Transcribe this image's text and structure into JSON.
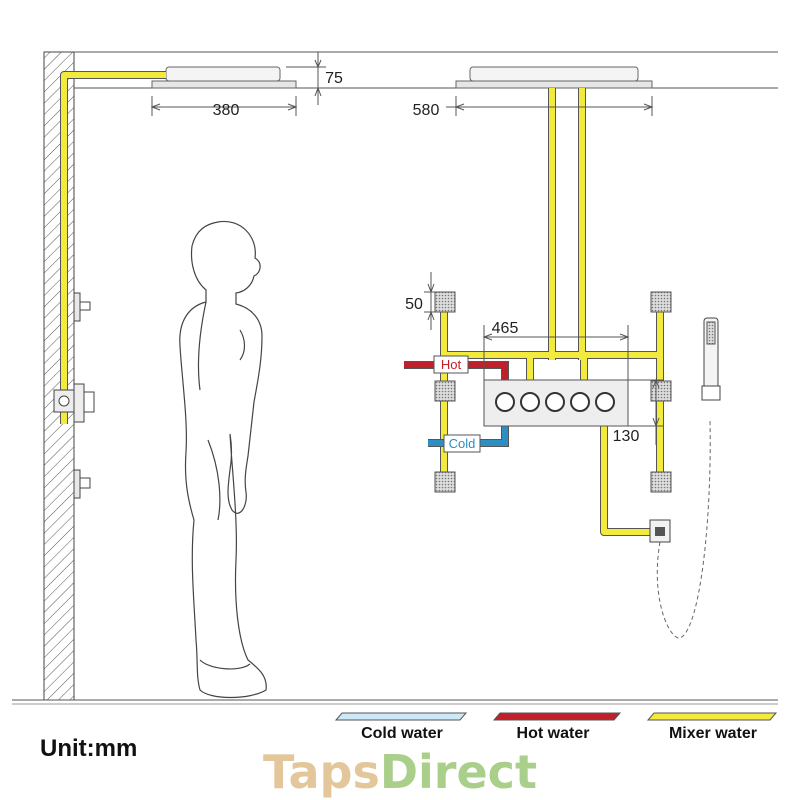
{
  "dimensions": {
    "rain_small_width": "380",
    "ceiling_gap": "75",
    "rain_large_width": "580",
    "jet_spacing": "50",
    "jet_offset": "465",
    "mixer_height": "130"
  },
  "pipe_labels": {
    "hot": "Hot",
    "cold": "Cold"
  },
  "legend": {
    "cold": "Cold water",
    "hot": "Hot water",
    "mixer": "Mixer water"
  },
  "unit": "Unit:mm",
  "brand": {
    "part1": "Taps",
    "part2": "Direct"
  },
  "colors": {
    "mixer_water": "#f2ea3c",
    "hot_water": "#c0202a",
    "cold_water": "#2b8fc4",
    "cold_legend": "#cde8f6",
    "brand_taps": "#e3c79a",
    "brand_direct": "#a9cf8a",
    "outline": "#333333"
  }
}
